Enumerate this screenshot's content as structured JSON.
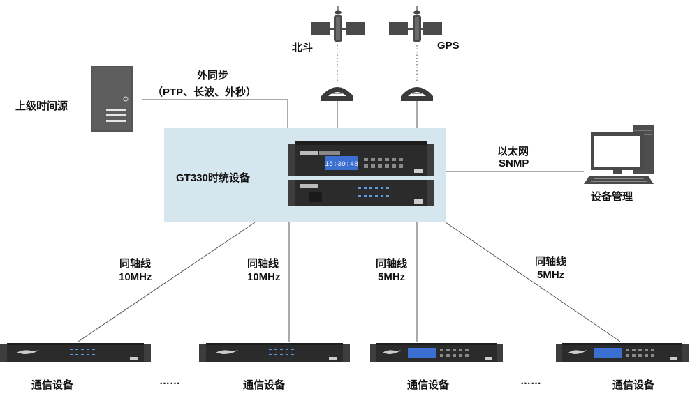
{
  "labels": {
    "beidou": "北斗",
    "gps": "GPS",
    "upper_source": "上级时间源",
    "ext_sync": "外同步",
    "ext_sync_types": "（PTP、长波、外秒）",
    "gt330": "GT330时统设备",
    "ethernet": "以太网",
    "snmp": "SNMP",
    "mgmt": "设备管理",
    "links": [
      {
        "medium": "同轴线",
        "freq": "10MHz"
      },
      {
        "medium": "同轴线",
        "freq": "10MHz"
      },
      {
        "medium": "同轴线",
        "freq": "5MHz"
      },
      {
        "medium": "同轴线",
        "freq": "5MHz"
      }
    ],
    "devices": [
      "通信设备",
      "通信设备",
      "通信设备",
      "通信设备"
    ],
    "ellipsis": [
      "……",
      "……"
    ]
  },
  "device_screen": "15:39:48",
  "colors": {
    "panel_bg": "#d6e6ee",
    "device_dark": "#2b2b2b",
    "line": "#555555",
    "screen": "#3b6fd1"
  }
}
